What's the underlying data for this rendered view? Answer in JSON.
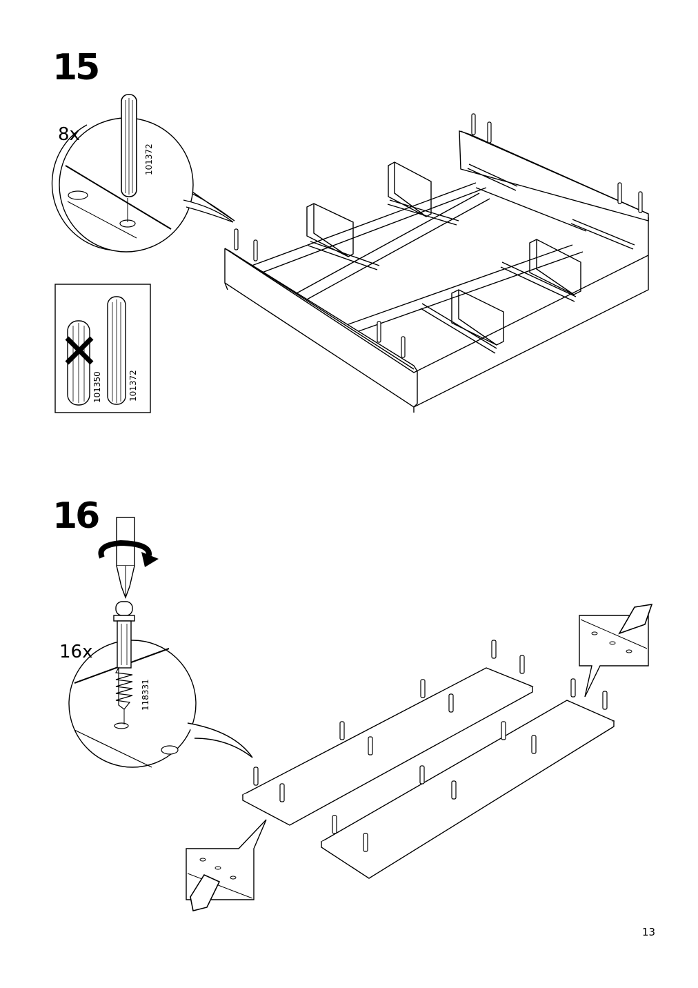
{
  "page": {
    "number": "13"
  },
  "step15": {
    "number": "15",
    "quantity": "8x",
    "part_number": "101372",
    "comparison": {
      "wrong_part": "101350",
      "right_part": "101372"
    }
  },
  "step16": {
    "number": "16",
    "quantity": "16x",
    "part_number": "118331"
  }
}
